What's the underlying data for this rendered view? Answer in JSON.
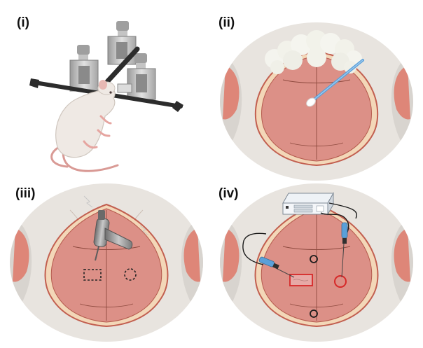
{
  "panels": [
    {
      "id": "i",
      "label": "(i)"
    },
    {
      "id": "ii",
      "label": "(ii)"
    },
    {
      "id": "iii",
      "label": "(iii)"
    },
    {
      "id": "iv",
      "label": "(iv)"
    }
  ],
  "colors": {
    "skull": "#dc9087",
    "skull_rim": "#c25f50",
    "skull_ring": "#f3d7b8",
    "skin": "#ece6e0",
    "background_oval": "#e8e4df",
    "suture": "#8e4a3f",
    "ear": "#de8678",
    "electrode_blue": "#5aa0d9",
    "window_red": "#d62828",
    "frame_metal": "#b9b9b9",
    "rat_fur": "#efe9e4",
    "rat_tail": "#d99a95"
  },
  "icons": [
    "stereotaxic-frame-icon",
    "rat-icon",
    "cotton-ball-icon",
    "cotton-swab-icon",
    "dental-drill-icon",
    "amplifier-icon",
    "electrode-icon",
    "craniotomy-window-icon",
    "burr-hole-icon"
  ]
}
